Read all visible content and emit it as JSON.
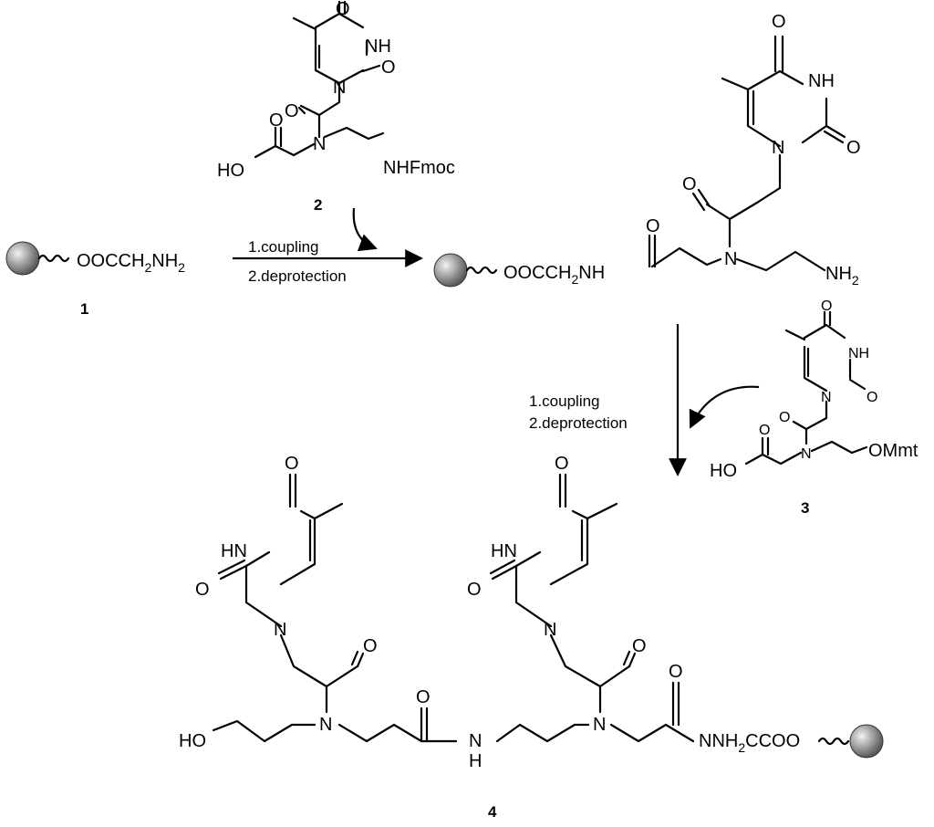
{
  "labels": {
    "c1": "OOCCH",
    "c1_sub": "2",
    "c1_nh": "NH",
    "c1_sub2": "2",
    "c1_num": "1",
    "c2_ho": "HO",
    "c2_n": "N",
    "c2_nhfmoc": "NHFmoc",
    "c2_o1": "O",
    "c2_o2": "O",
    "c2_o3": "O",
    "c2_o4": "O",
    "c2_nh": "NH",
    "c2_n1": "N",
    "c2_num": "2",
    "cond1_a": "1.coupling",
    "cond1_b": "2.deprotection",
    "p_ester": "OOCCH",
    "p_ester_sub": "2",
    "p_ester_nh": "NH",
    "p_n": "N",
    "p_nh2": "NH",
    "p_nh2_sub": "2",
    "p_o1": "O",
    "p_o2": "O",
    "p_o3": "O",
    "p_o4": "O",
    "p_nh": "NH",
    "p_n1": "N",
    "cond2_a": "1.coupling",
    "cond2_b": "2.deprotection",
    "c3_ho": "HO",
    "c3_n": "N",
    "c3_ommt": "OMmt",
    "c3_o1": "O",
    "c3_o2": "O",
    "c3_o3": "O",
    "c3_o4": "O",
    "c3_nh": "NH",
    "c3_n1": "N",
    "c3_num": "3",
    "f_ho": "HO",
    "f_n_left": "N",
    "f_nh_mid": "N",
    "f_h_mid": "H",
    "f_n_right": "N",
    "f_tail": "NNH",
    "f_tail_sub": "2",
    "f_tail2": "CCOO",
    "f_o_a1": "O",
    "f_o_a2": "O",
    "f_o_a3": "O",
    "f_o_a4": "O",
    "f_hn_l": "HN",
    "f_hn_r": "HN",
    "f_o_l1": "O",
    "f_o_l2": "O",
    "f_o_r1": "O",
    "f_o_r2": "O",
    "f_n1_l": "N",
    "f_n1_r": "N",
    "f_num": "4"
  },
  "colors": {
    "ink": "#000000",
    "bead_light": "#f2f2f2",
    "bead_dark": "#5a5a5a"
  }
}
